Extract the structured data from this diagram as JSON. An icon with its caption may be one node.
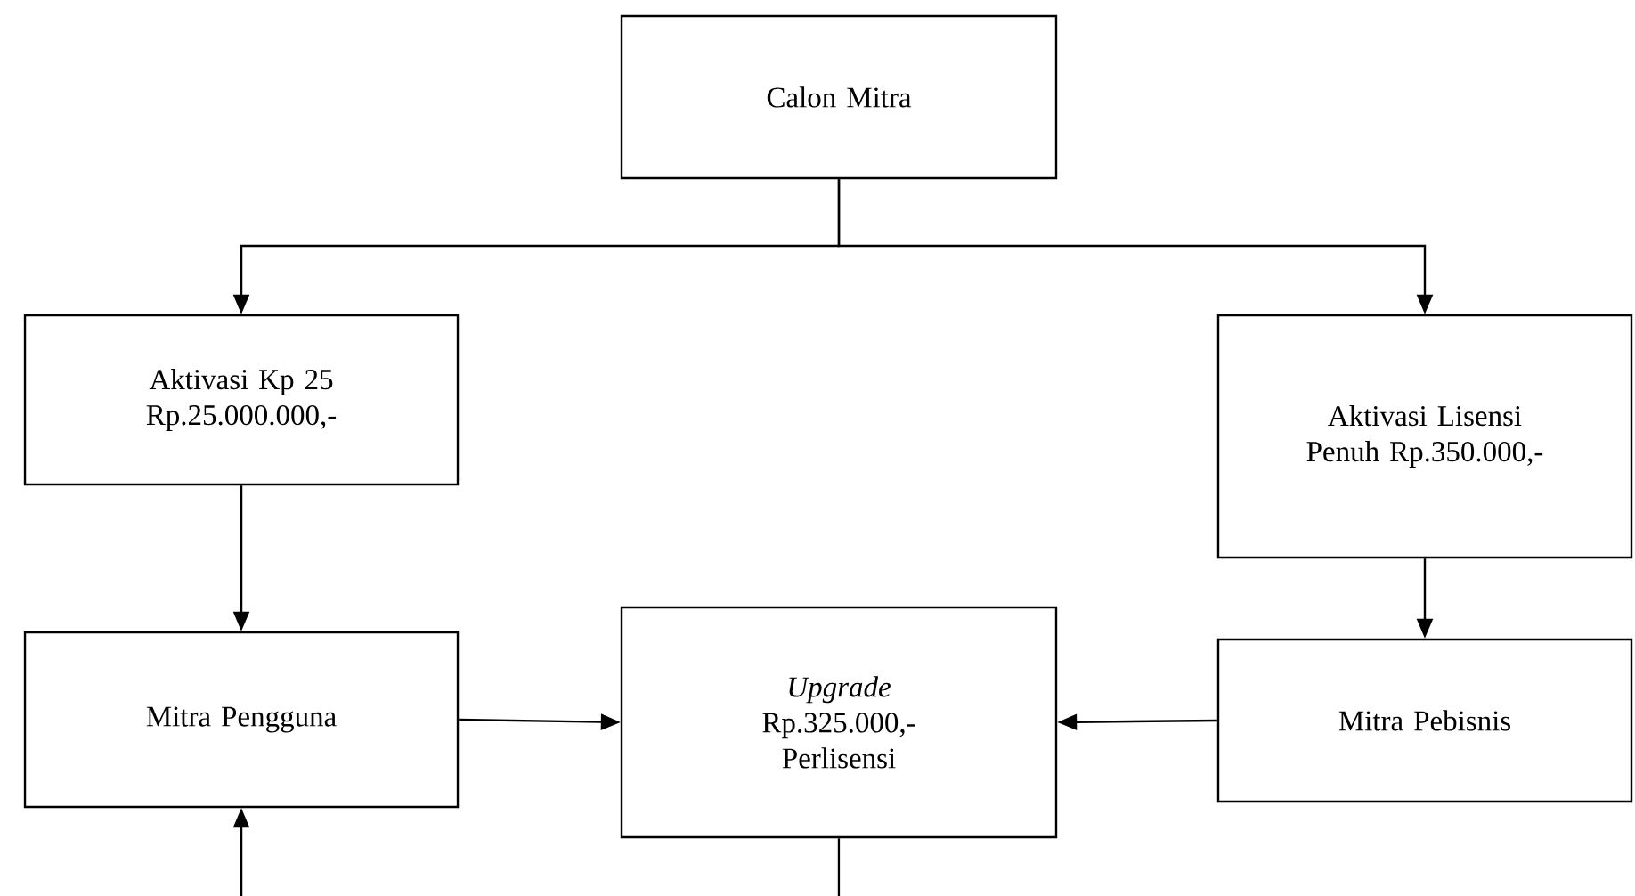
{
  "diagram": {
    "nodes": [
      {
        "text": [
          "Calon Mitra"
        ]
      },
      {
        "text": [
          "Aktivasi Kp 25 Rp.25.000.000,-"
        ]
      },
      {
        "text": [
          "Aktivasi Lisensi Penuh Rp.350.000,-"
        ]
      },
      {
        "text": [
          "Mitra Pengguna"
        ]
      },
      {
        "text": [
          "Upgrade",
          "Rp.325.000,- Perlisensi"
        ]
      },
      {
        "text": [
          "Mitra Pebisnis"
        ]
      }
    ],
    "edges": [
      {
        "from": 0,
        "to": 1,
        "arrow": "to"
      },
      {
        "from": 0,
        "to": 2,
        "arrow": "to"
      },
      {
        "from": 1,
        "to": 3,
        "arrow": "to"
      },
      {
        "from": 2,
        "to": 5,
        "arrow": "to"
      },
      {
        "from": 3,
        "to": 4,
        "arrow": "to"
      },
      {
        "from": 5,
        "to": 4,
        "arrow": "to"
      },
      {
        "from": null,
        "to": 3,
        "arrow": "to"
      },
      {
        "from": 4,
        "to": null,
        "arrow": "none"
      }
    ]
  }
}
